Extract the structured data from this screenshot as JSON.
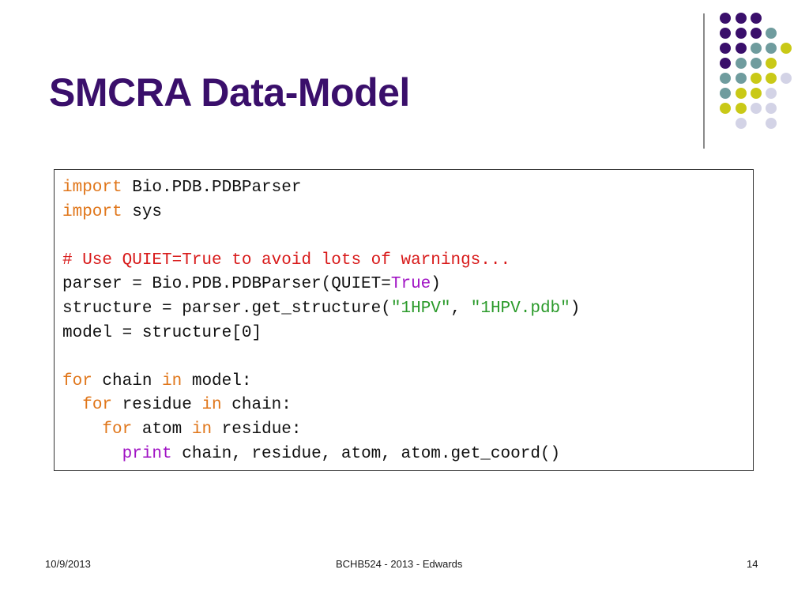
{
  "slide": {
    "title": "SMCRA Data-Model"
  },
  "code": {
    "line1": {
      "kw": "import",
      "rest": " Bio.PDB.PDBParser"
    },
    "line2": {
      "kw": "import",
      "rest": " sys"
    },
    "line4": {
      "comment": "# Use QUIET=True to avoid lots of warnings..."
    },
    "line5": {
      "pre": "parser = Bio.PDB.PDBParser(QUIET=",
      "bool": "True",
      "post": ")"
    },
    "line6": {
      "pre": "structure = parser.get_structure(",
      "q1": "\"",
      "s1": "1HPV",
      "q2": "\"",
      "mid": ", ",
      "q3": "\"",
      "s2": "1HPV.pdb",
      "q4": "\"",
      "post": ")"
    },
    "line7": {
      "text": "model = structure[0]"
    },
    "line9": {
      "kw1": "for",
      "a": " chain ",
      "kw2": "in",
      "b": " model:"
    },
    "line10": {
      "indent": "  ",
      "kw1": "for",
      "a": " residue ",
      "kw2": "in",
      "b": " chain:"
    },
    "line11": {
      "indent": "    ",
      "kw1": "for",
      "a": " atom ",
      "kw2": "in",
      "b": " residue:"
    },
    "line12": {
      "indent": "      ",
      "kw": "print",
      "rest": " chain, residue, atom, atom.get_coord()"
    }
  },
  "footer": {
    "date": "10/9/2013",
    "course": "BCHB524 - 2013 - Edwards",
    "page": "14"
  },
  "colors": {
    "purple": "#3a0f6b",
    "teal": "#6f9c9e",
    "lime": "#c9c917",
    "lavender": "#d3d3e6"
  }
}
